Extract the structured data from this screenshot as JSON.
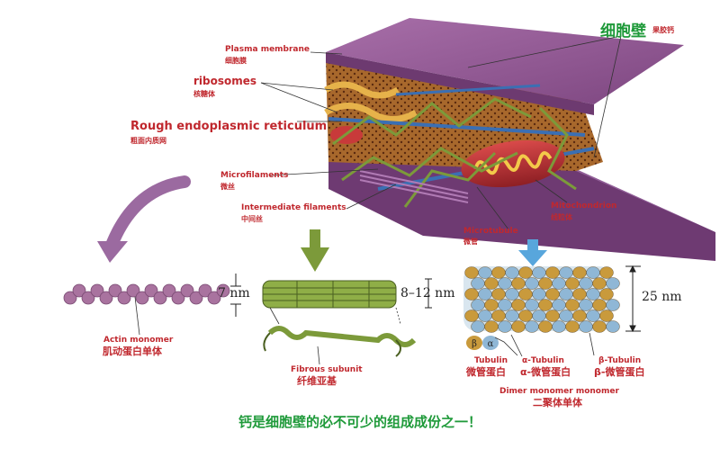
{
  "cell_wall": {
    "title": "细胞壁",
    "subtitle": "果胶钙"
  },
  "labels": {
    "plasma_membrane_en": "Plasma membrane",
    "plasma_membrane_zh": "细胞膜",
    "ribosomes_en": "ribosomes",
    "ribosomes_zh": "核糖体",
    "rer_en": "Rough endoplasmic  reticulum",
    "rer_zh": "粗面内质网",
    "microfilaments_en": "Microfilaments",
    "microfilaments_zh": "微丝",
    "intermediate_en": "Intermediate filaments",
    "intermediate_zh": "中间丝",
    "microtubule_en": "Microtubule",
    "microtubule_zh": "微管",
    "mitochondrion_en": "Mitochondrion",
    "mitochondrion_zh": "线粒体",
    "actin_en": "Actin monomer",
    "actin_zh": "肌动蛋白单体",
    "fibrous_en": "Fibrous subunit",
    "fibrous_zh": "纤维亚基",
    "tubulin_en": "Tubulin",
    "tubulin_zh": "微管蛋白",
    "alpha_tubulin_en": "α-Tubulin",
    "alpha_tubulin_zh": "α-微管蛋白",
    "beta_tubulin_en": "β-Tubulin",
    "beta_tubulin_zh": "β-微管蛋白",
    "dimer_en": "Dimer monomer monomer",
    "dimer_zh": "二聚体单体",
    "beta_glyph": "β",
    "alpha_glyph": "α"
  },
  "dimensions": {
    "actin": "7 nm",
    "intermediate": "8–12 nm",
    "microtubule": "25 nm"
  },
  "footer": "钙是细胞壁的必不可少的组成成份之一！",
  "colors": {
    "label_red": "#c0282e",
    "title_green": "#1f9a3a",
    "membrane_purple": "#8a4f8e",
    "actin_purple": "#a9739f",
    "filament_green": "#7c9a3a",
    "tubulin_blue": "#8fb7d6",
    "tubulin_gold": "#c99a3c",
    "arrow_blue": "#58a6dc"
  }
}
